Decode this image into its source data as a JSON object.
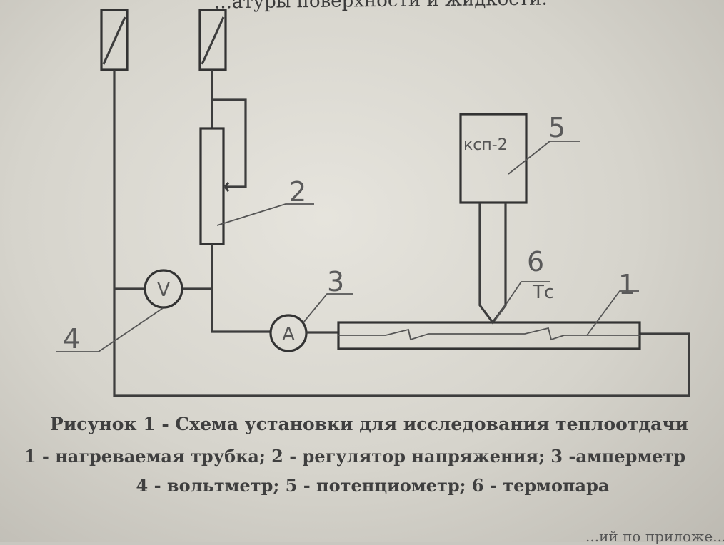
{
  "header_fragment": "...атуры поверхности и жидкости.",
  "labels": {
    "n1": "1",
    "n2": "2",
    "n3": "3",
    "n4": "4",
    "n5": "5",
    "n6": "6",
    "ksp": "ксп-2",
    "tc": "Тс",
    "voltmeter_symbol": "V",
    "ammeter_symbol": "A"
  },
  "caption": {
    "title": "Рисунок 1 - Схема установки для исследования теплоотдачи",
    "line1": "1 - нагреваемая трубка; 2 - регулятор напряжения; 3 -амперметр",
    "line2": "4 - вольтметр; 5 - потенциометр; 6 - термопара"
  },
  "footer_fragment": "...ий по приложе..."
}
